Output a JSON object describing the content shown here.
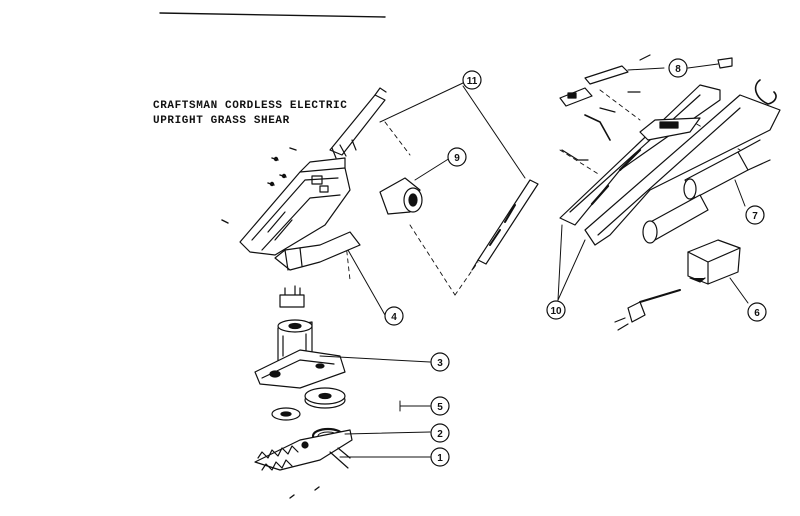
{
  "diagram": {
    "title_line1": "CRAFTSMAN CORDLESS ELECTRIC",
    "title_line2": "UPRIGHT GRASS SHEAR",
    "callouts": [
      "11",
      "8",
      "9",
      "4",
      "3",
      "5",
      "2",
      "1",
      "7",
      "10",
      "6"
    ]
  }
}
